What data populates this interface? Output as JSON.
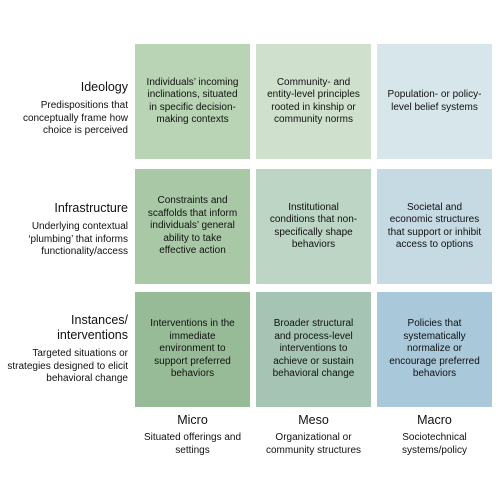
{
  "rows": [
    {
      "title": "Ideology",
      "description": "Predispositions that conceptually frame how choice is perceived"
    },
    {
      "title": "Infrastructure",
      "description": "Underlying contextual ‘plumbing’ that informs functionality/access"
    },
    {
      "title": "Instances/ interventions",
      "description": "Targeted situations or strategies designed to elicit behavioral change"
    }
  ],
  "columns": [
    {
      "title": "Micro",
      "description": "Situated offerings and settings"
    },
    {
      "title": "Meso",
      "description": "Organizational or community structures"
    },
    {
      "title": "Macro",
      "description": "Sociotechnical systems/policy"
    }
  ],
  "cells": [
    [
      {
        "text": "Individuals’ incoming inclinations, situated in specific decision-making contexts",
        "color": "#b9d4b4"
      },
      {
        "text": "Community- and entity-level principles rooted in kinship or community norms",
        "color": "#cfe1cd"
      },
      {
        "text": "Population- or policy-level belief systems",
        "color": "#d7e6ea"
      }
    ],
    [
      {
        "text": "Constraints and scaffolds that inform individuals’ general ability to take effective action",
        "color": "#a9c9a6"
      },
      {
        "text": "Institutional conditions that non-specifically shape behaviors",
        "color": "#bcd5c4"
      },
      {
        "text": "Societal and economic structures that support or inhibit access to options",
        "color": "#c6dae3"
      }
    ],
    [
      {
        "text": "Interventions in the immediate environment to support preferred behaviors",
        "color": "#98bb97"
      },
      {
        "text": "Broader structural and process-level interventions to achieve or sustain behavioral change",
        "color": "#a5c4b3"
      },
      {
        "text": "Policies that systematically normalize or encourage preferred behaviors",
        "color": "#a9c8da"
      }
    ]
  ]
}
